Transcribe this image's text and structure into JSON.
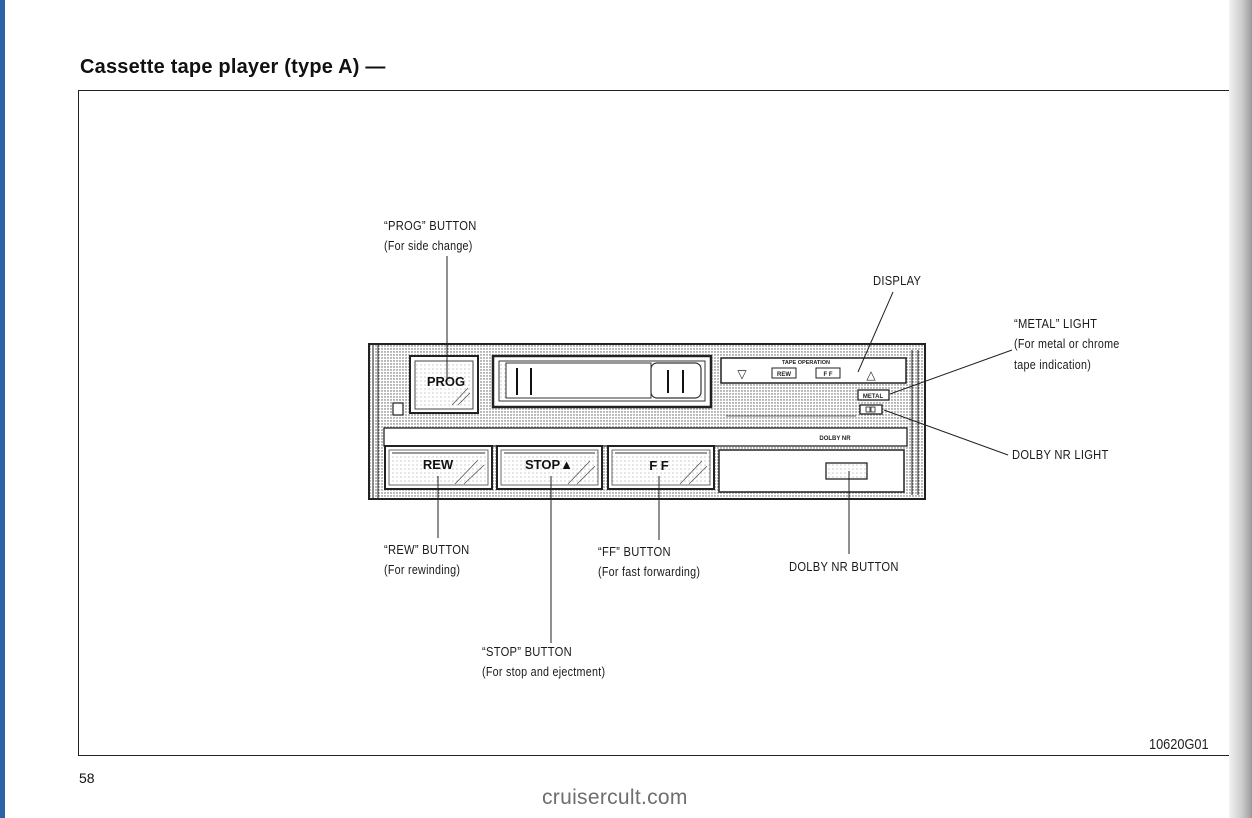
{
  "page": {
    "title": "Cassette tape player (type A) —",
    "page_number": "58",
    "doc_code": "10620G01",
    "watermark": "cruisercult.com"
  },
  "panel": {
    "prog_label": "PROG",
    "rew_label": "REW",
    "stop_label": "STOP▲",
    "ff_label": "F F",
    "tape_operation_label": "TAPE OPERATION",
    "tape_rew_label": "REW",
    "tape_ff_label": "F F",
    "metal_label": "METAL",
    "dolby_nr_label": "DOLBY NR",
    "down_arrow": "▽",
    "up_arrow": "△"
  },
  "callouts": {
    "prog": {
      "title": "“PROG” BUTTON",
      "desc": "(For side change)"
    },
    "display": {
      "title": "DISPLAY"
    },
    "metal": {
      "title": "“METAL” LIGHT",
      "desc1": "(For metal or chrome",
      "desc2": "tape indication)"
    },
    "dolby_light": {
      "title": "DOLBY NR LIGHT"
    },
    "rew": {
      "title": "“REW” BUTTON",
      "desc": "(For rewinding)"
    },
    "ff": {
      "title": "“FF” BUTTON",
      "desc": "(For fast forwarding)"
    },
    "dolby_button": {
      "title": "DOLBY NR BUTTON"
    },
    "stop": {
      "title": "“STOP” BUTTON",
      "desc": "(For stop and ejectment)"
    }
  }
}
